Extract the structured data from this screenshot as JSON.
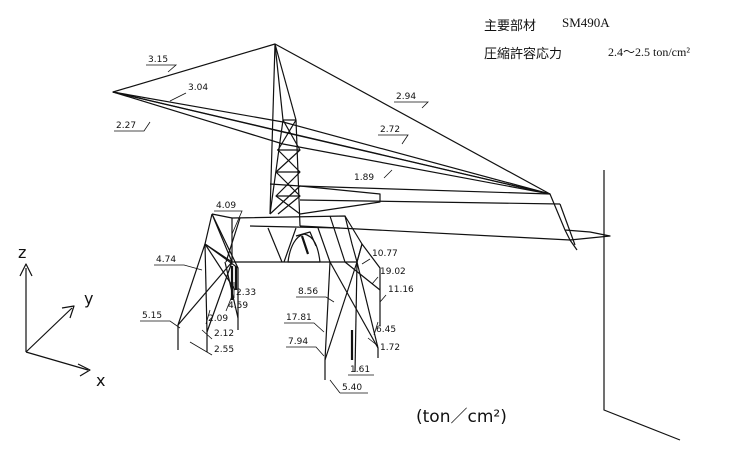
{
  "header": {
    "material_label": "主要部材",
    "material_value": "SM490A",
    "stress_label": "圧縮許容応力",
    "stress_value": "2.4～2.5 ton/cm²"
  },
  "unit_label": "(ton／cm²)",
  "axes": {
    "z": "z",
    "y": "y",
    "x": "x"
  },
  "stress_labels": [
    "3.15",
    "3.04",
    "2.27",
    "2.94",
    "2.72",
    "1.89",
    "4.09",
    "4.74",
    "2.33",
    "4.59",
    "2.09",
    "2.12",
    "5.15",
    "2.55",
    "10.77",
    "19.02",
    "8.56",
    "11.16",
    "17.81",
    "6.45",
    "1.72",
    "7.94",
    "1.61",
    "5.40"
  ]
}
